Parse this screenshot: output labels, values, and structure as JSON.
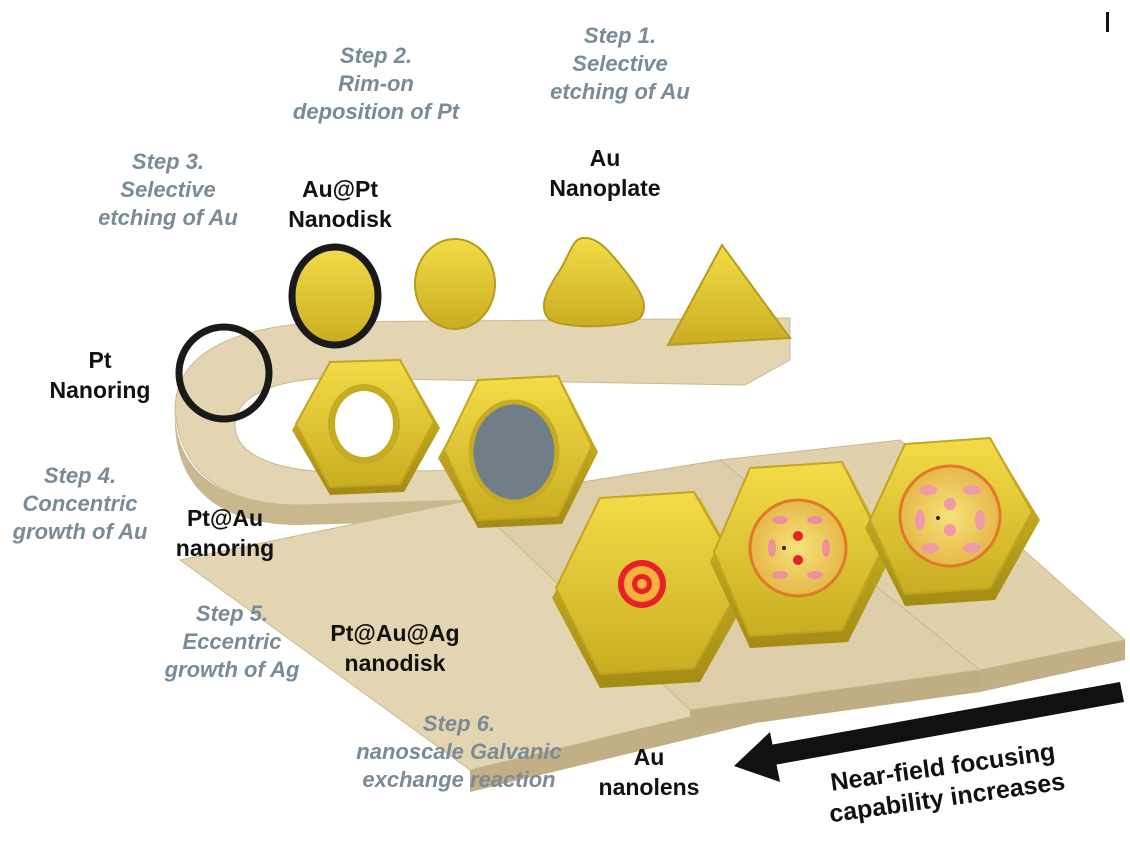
{
  "steps": {
    "step1": {
      "line1": "Step 1.",
      "line2": "Selective",
      "line3": "etching of Au"
    },
    "step2": {
      "line1": "Step 2.",
      "line2": "Rim-on",
      "line3": "deposition of Pt"
    },
    "step3": {
      "line1": "Step 3.",
      "line2": "Selective",
      "line3": "etching of Au"
    },
    "step4": {
      "line1": "Step 4.",
      "line2": "Concentric",
      "line3": "growth of Au"
    },
    "step5": {
      "line1": "Step 5.",
      "line2": "Eccentric",
      "line3": "growth of Ag"
    },
    "step6": {
      "line1": "Step 6.",
      "line2": "nanoscale Galvanic",
      "line3": "exchange reaction"
    }
  },
  "structures": {
    "au_nanoplate": {
      "line1": "Au",
      "line2": "Nanoplate"
    },
    "au_pt_nanodisk": {
      "line1": "Au@Pt",
      "line2": "Nanodisk"
    },
    "pt_nanoring": {
      "line1": "Pt",
      "line2": "Nanoring"
    },
    "pt_au_nanoring": {
      "line1": "Pt@Au",
      "line2": "nanoring"
    },
    "pt_au_ag_nanodisk": {
      "line1": "Pt@Au@Ag",
      "line2": "nanodisk"
    },
    "au_nanolens": {
      "line1": "Au",
      "line2": "nanolens"
    }
  },
  "arrow": {
    "line1": "Near-field focusing",
    "line2": "capability increases"
  },
  "colors": {
    "gold": "#d9c23a",
    "gold_light": "#f0da4a",
    "track": "#e3d4b3",
    "track_shadow": "#cdbd98",
    "pt_ring": "#1a1a1a",
    "ag_core": "#6f7e88",
    "hotspot": "#e8202a",
    "step_text": "#7a8b95"
  }
}
